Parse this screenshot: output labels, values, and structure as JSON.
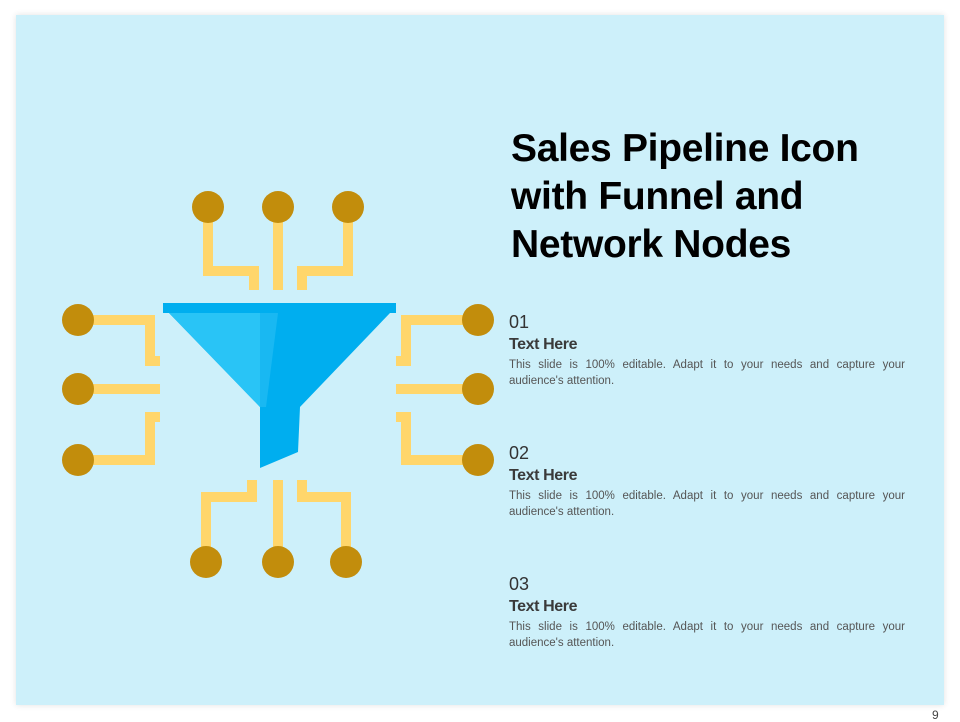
{
  "slide": {
    "title": "Sales Pipeline Icon with Funnel and Network Nodes",
    "page_number": "9"
  },
  "items": [
    {
      "number": "01",
      "heading": "Text Here",
      "description": "This slide is 100% editable. Adapt it to your needs and capture your audience's attention."
    },
    {
      "number": "02",
      "heading": "Text Here",
      "description": "This slide is 100% editable. Adapt it to your needs and capture your audience's attention."
    },
    {
      "number": "03",
      "heading": "Text Here",
      "description": "This slide is 100% editable. Adapt it to your needs and capture your audience's attention."
    }
  ],
  "colors": {
    "background": "#cdf0fa",
    "funnel_primary": "#00aeef",
    "funnel_light": "#29c4f6",
    "circuit_line": "#ffd66b",
    "circuit_node": "#c28d0c"
  },
  "icons": {
    "main": "funnel-icon",
    "nodes": "network-node-icon"
  }
}
